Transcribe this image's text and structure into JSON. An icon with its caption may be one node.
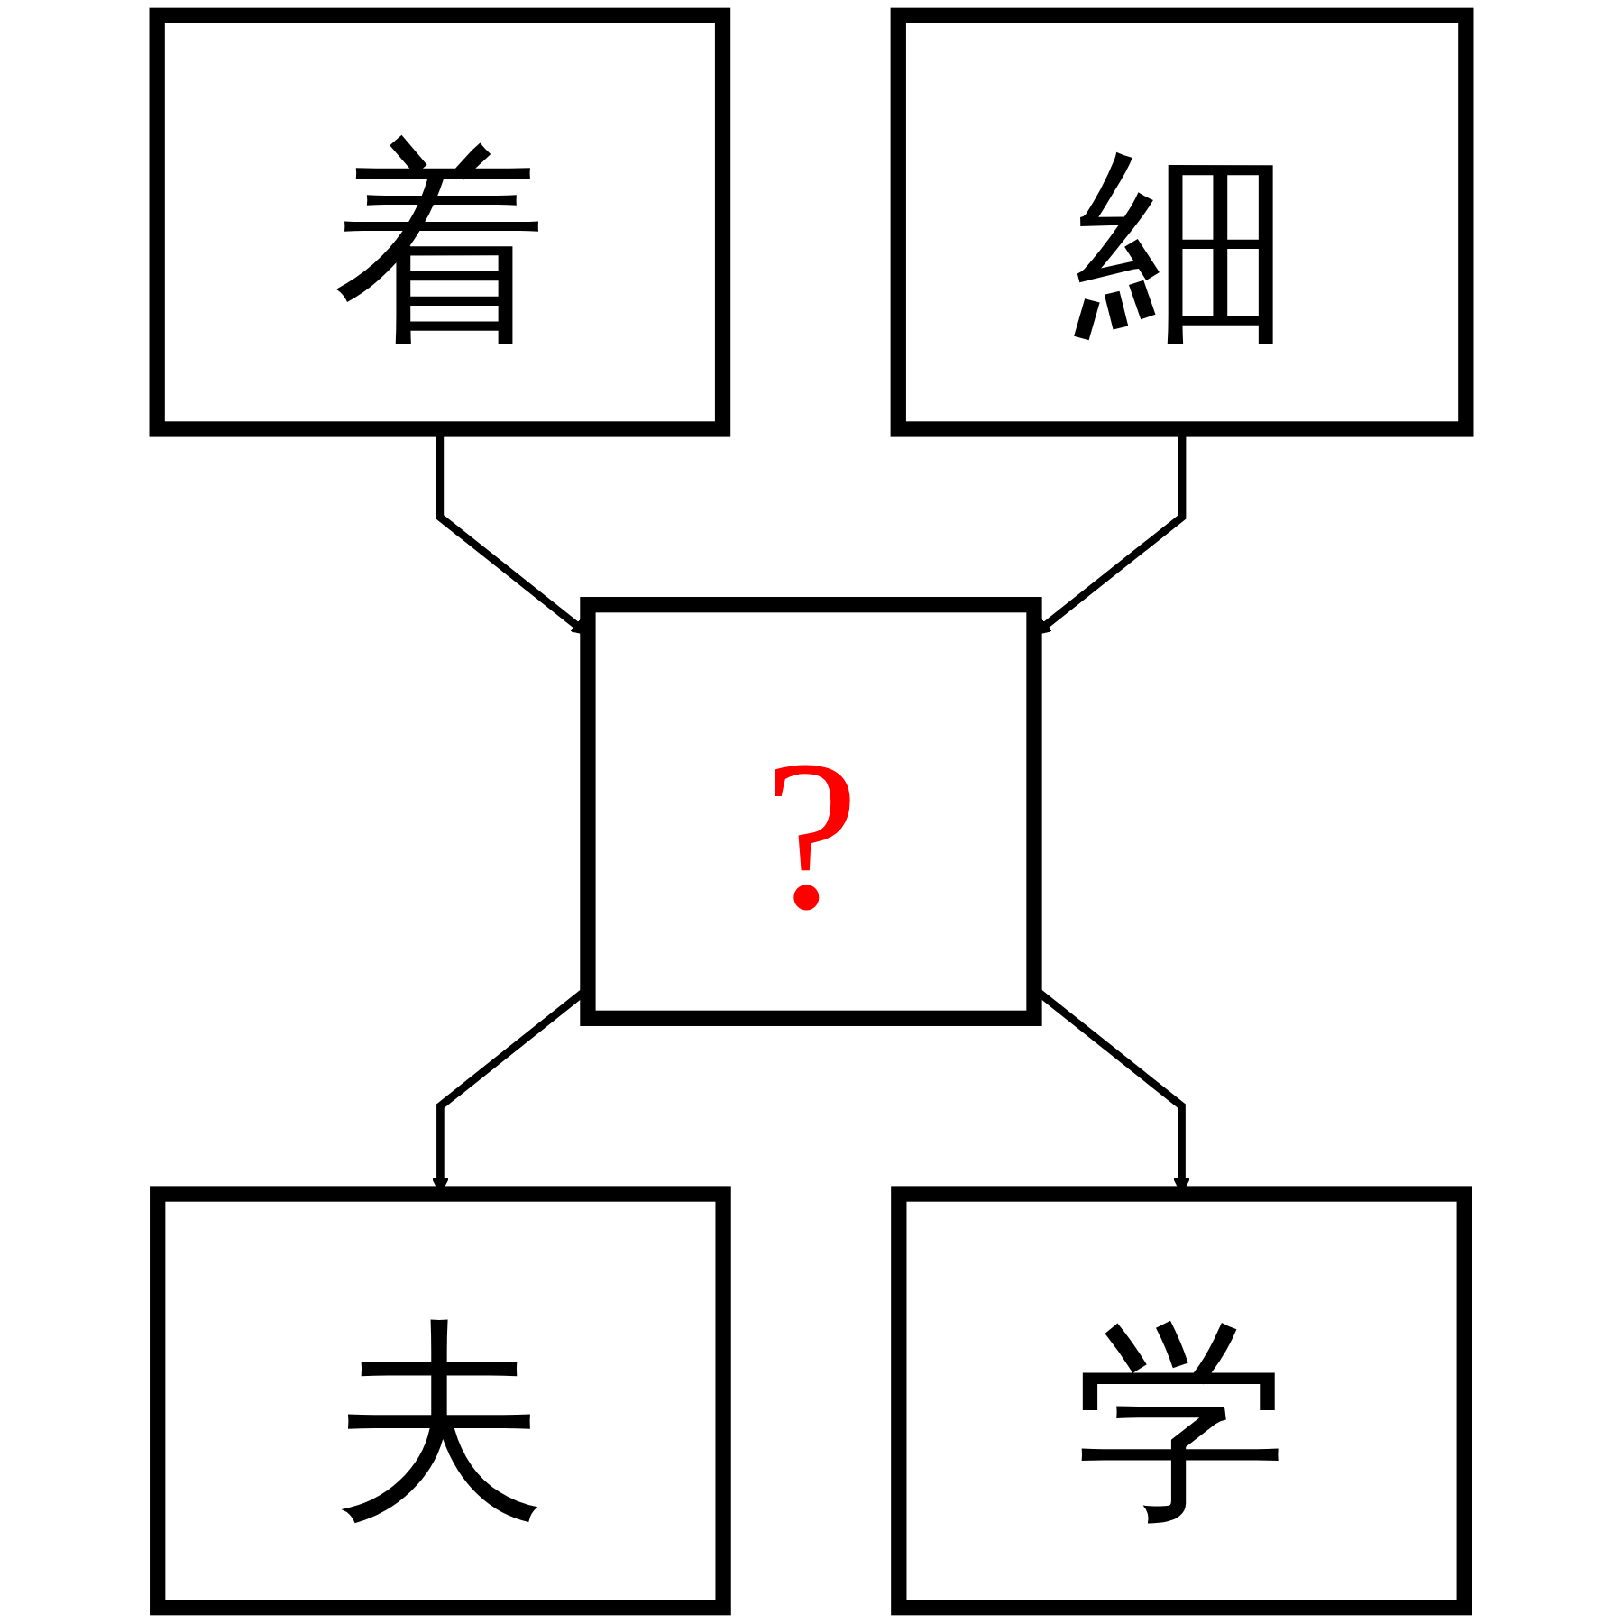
{
  "diagram": {
    "nodes": [
      {
        "text": [
          "着"
        ]
      },
      {
        "text": [
          "細"
        ]
      },
      {
        "text": [
          "?"
        ]
      },
      {
        "text": [
          "夫"
        ]
      },
      {
        "text": [
          "学"
        ]
      }
    ],
    "edges": [
      {
        "from": 0,
        "to": 2,
        "arrow": "to"
      },
      {
        "from": 1,
        "to": 2,
        "arrow": "to"
      },
      {
        "from": 2,
        "to": 3,
        "arrow": "to"
      },
      {
        "from": 2,
        "to": 4,
        "arrow": "to"
      }
    ]
  }
}
